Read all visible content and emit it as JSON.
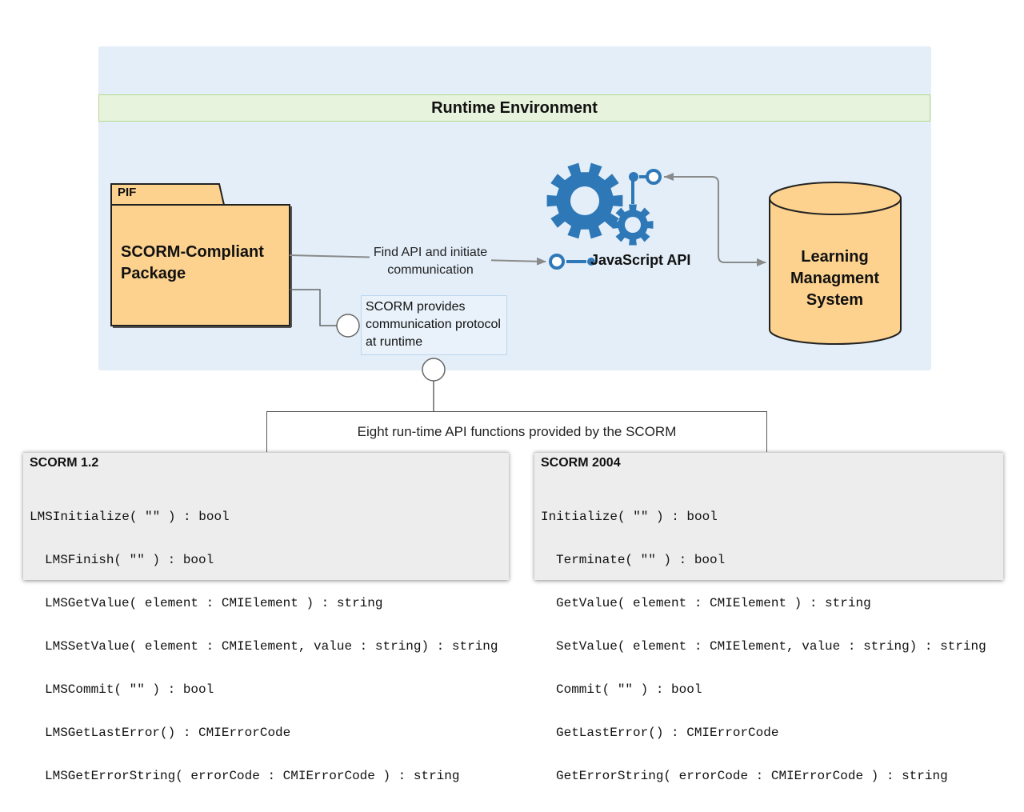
{
  "diagram": {
    "environment_title": "Runtime Environment",
    "pif_label": "PIF",
    "package_label": "SCORM-Compliant Package",
    "find_api_label": "Find API and initiate communication",
    "scorm_note": "SCORM provides communication protocol at runtime",
    "javascript_api_label": "JavaScript API",
    "lms_label": "Learning Managment System",
    "eight_functions_label": "Eight run-time API functions provided by the SCORM"
  },
  "scorm12": {
    "title": "SCORM 1.2",
    "lines": [
      "LMSInitialize( \"\" ) : bool",
      "LMSFinish( \"\" ) : bool",
      "LMSGetValue( element : CMIElement ) : string",
      "LMSSetValue( element : CMIElement, value : string) : string",
      "LMSCommit( \"\" ) : bool",
      "LMSGetLastError() : CMIErrorCode",
      "LMSGetErrorString( errorCode : CMIErrorCode ) : string"
    ]
  },
  "scorm2004": {
    "title": "SCORM 2004",
    "lines": [
      "Initialize( \"\" ) : bool",
      "Terminate( \"\" ) : bool",
      "GetValue( element : CMIElement ) : string",
      "SetValue( element : CMIElement, value : string) : string",
      "Commit( \"\" ) : bool",
      "GetLastError() : CMIErrorCode",
      "GetErrorString( errorCode : CMIErrorCode ) : string"
    ]
  },
  "colors": {
    "environment_bg": "#e3eef8",
    "title_bar_bg": "#e7f3dc",
    "package_fill": "#fcd28e",
    "lms_fill": "#fcd28e",
    "gear_blue": "#2f78b8",
    "connector": "#8a8a8a"
  },
  "icons": [
    "gear-icon",
    "lollipop-connector-icon",
    "database-icon",
    "folder-package-icon"
  ]
}
